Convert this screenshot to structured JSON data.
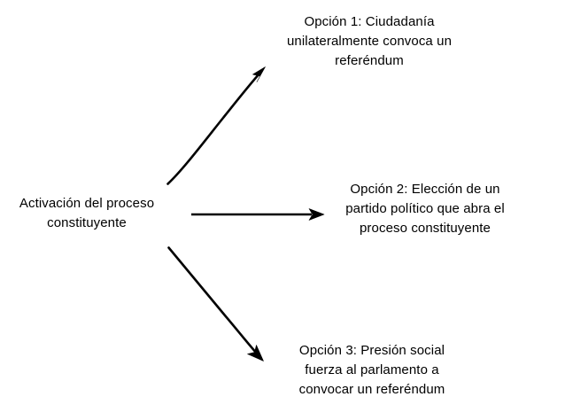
{
  "diagram": {
    "type": "radial-branch-flowchart",
    "background_color": "#ffffff",
    "stroke_color": "#000000",
    "source": {
      "id": "source-node",
      "text": "Activación del proceso\nconstituyente"
    },
    "branches": [
      {
        "id": "option-1-node",
        "arrow_name": "arrow-to-option-1",
        "direction": "up-right",
        "text": "Opción 1: Ciudadanía\nunilateralmente convoca un\nreferéndum"
      },
      {
        "id": "option-2-node",
        "arrow_name": "arrow-to-option-2",
        "direction": "right",
        "text": "Opción 2: Elección de un\npartido político que abra el\nproceso constituyente"
      },
      {
        "id": "option-3-node",
        "arrow_name": "arrow-to-option-3",
        "direction": "down-right",
        "text": "Opción 3: Presión social\nfuerza al parlamento a\nconvocar un referéndum"
      }
    ]
  }
}
